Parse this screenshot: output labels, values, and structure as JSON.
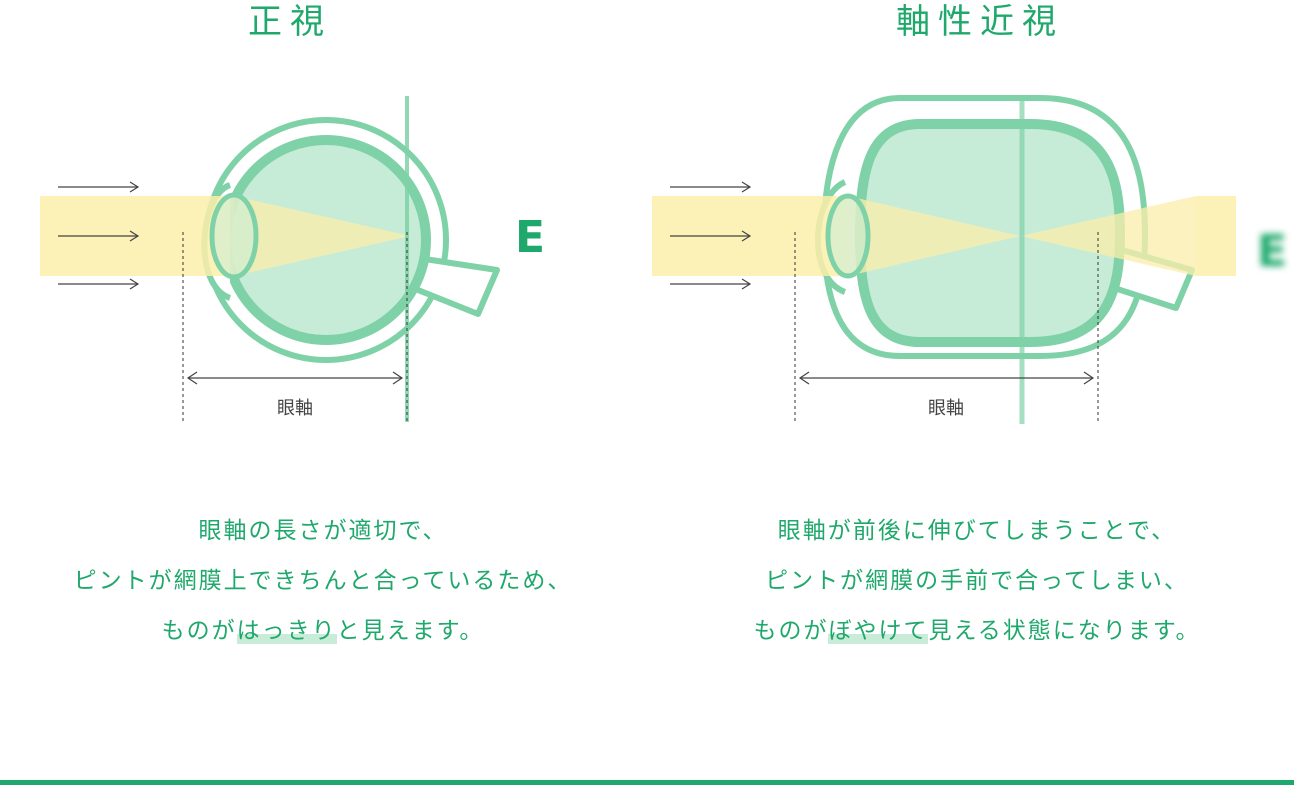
{
  "left": {
    "title": "正視",
    "target_letter": "E",
    "axis_label": "眼軸",
    "caption": {
      "line1": "眼軸の長さが適切で、",
      "line2": "ピントが網膜上できちんと合っているため、",
      "line3_pre": "ものが",
      "line3_highlight": "はっきり",
      "line3_post": "と見えます。"
    }
  },
  "right": {
    "title": "軸性近視",
    "target_letter": "E",
    "axis_label": "眼軸",
    "caption": {
      "line1": "眼軸が前後に伸びてしまうことで、",
      "line2": "ピントが網膜の手前で合ってしまい、",
      "line3_pre": "ものが",
      "line3_highlight": "ぼやけて",
      "line3_post": "見える状態になります。"
    }
  },
  "colors": {
    "accent": "#1fa86b",
    "eye_stroke": "#7fd2a7",
    "eye_fill": "#c6ecd8",
    "light_beam": "#fbeeaa"
  }
}
